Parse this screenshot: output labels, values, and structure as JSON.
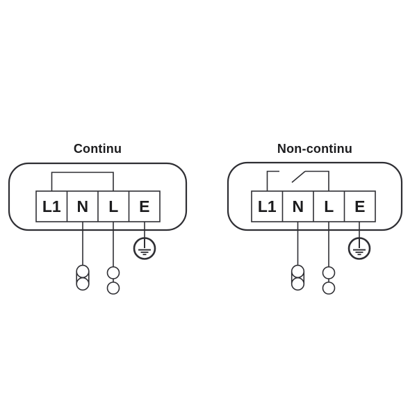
{
  "page": {
    "background": "#ffffff",
    "line_color": "#2e2e33",
    "text_color": "#1c1c1e"
  },
  "diagrams": [
    {
      "title": "Continu",
      "terminals": [
        "L1",
        "N",
        "L",
        "E"
      ],
      "link": "closed-bridge-L1-to-L"
    },
    {
      "title": "Non-continu",
      "terminals": [
        "L1",
        "N",
        "L",
        "E"
      ],
      "link": "open-switch-L1-to-L"
    }
  ]
}
